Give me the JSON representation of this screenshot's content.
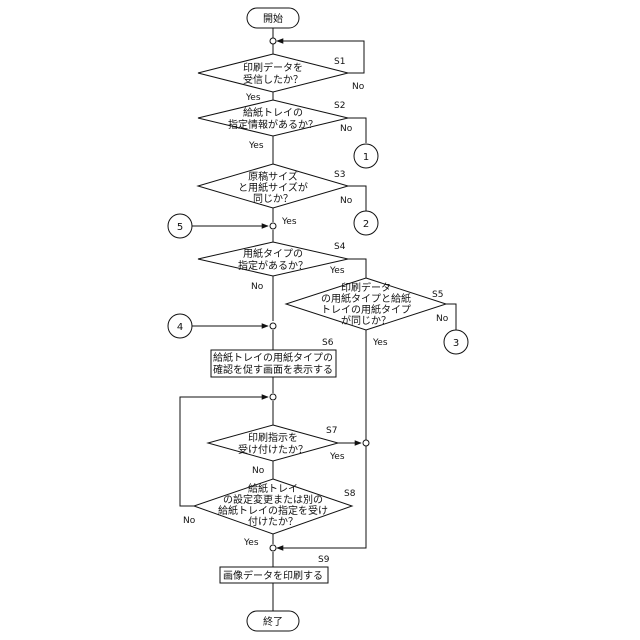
{
  "start": "開始",
  "end": "終了",
  "steps": {
    "s1": {
      "id": "S1",
      "lines": [
        "印刷データを",
        "受信したか？"
      ]
    },
    "s2": {
      "id": "S2",
      "lines": [
        "給紙トレイの",
        "指定情報があるか？"
      ]
    },
    "s3": {
      "id": "S3",
      "lines": [
        "原稿サイズ",
        "と用紙サイズが",
        "同じか？"
      ]
    },
    "s4": {
      "id": "S4",
      "lines": [
        "用紙タイプの",
        "指定があるか？"
      ]
    },
    "s5": {
      "id": "S5",
      "lines": [
        "印刷データ",
        "の用紙タイプと給紙",
        "トレイの用紙タイプ",
        "が同じか？"
      ]
    },
    "s6": {
      "id": "S6",
      "lines": [
        "給紙トレイの用紙タイプの",
        "確認を促す画面を表示する"
      ]
    },
    "s7": {
      "id": "S7",
      "lines": [
        "印刷指示を",
        "受け付けたか？"
      ]
    },
    "s8": {
      "id": "S8",
      "lines": [
        "給紙トレイ",
        "の設定変更または別の",
        "給紙トレイの指定を受け",
        "付けたか？"
      ]
    },
    "s9": {
      "id": "S9",
      "lines": [
        "画像データを印刷する"
      ]
    }
  },
  "answers": {
    "yes": "Yes",
    "no": "No"
  },
  "connectors": [
    "1",
    "2",
    "3",
    "4",
    "5"
  ]
}
